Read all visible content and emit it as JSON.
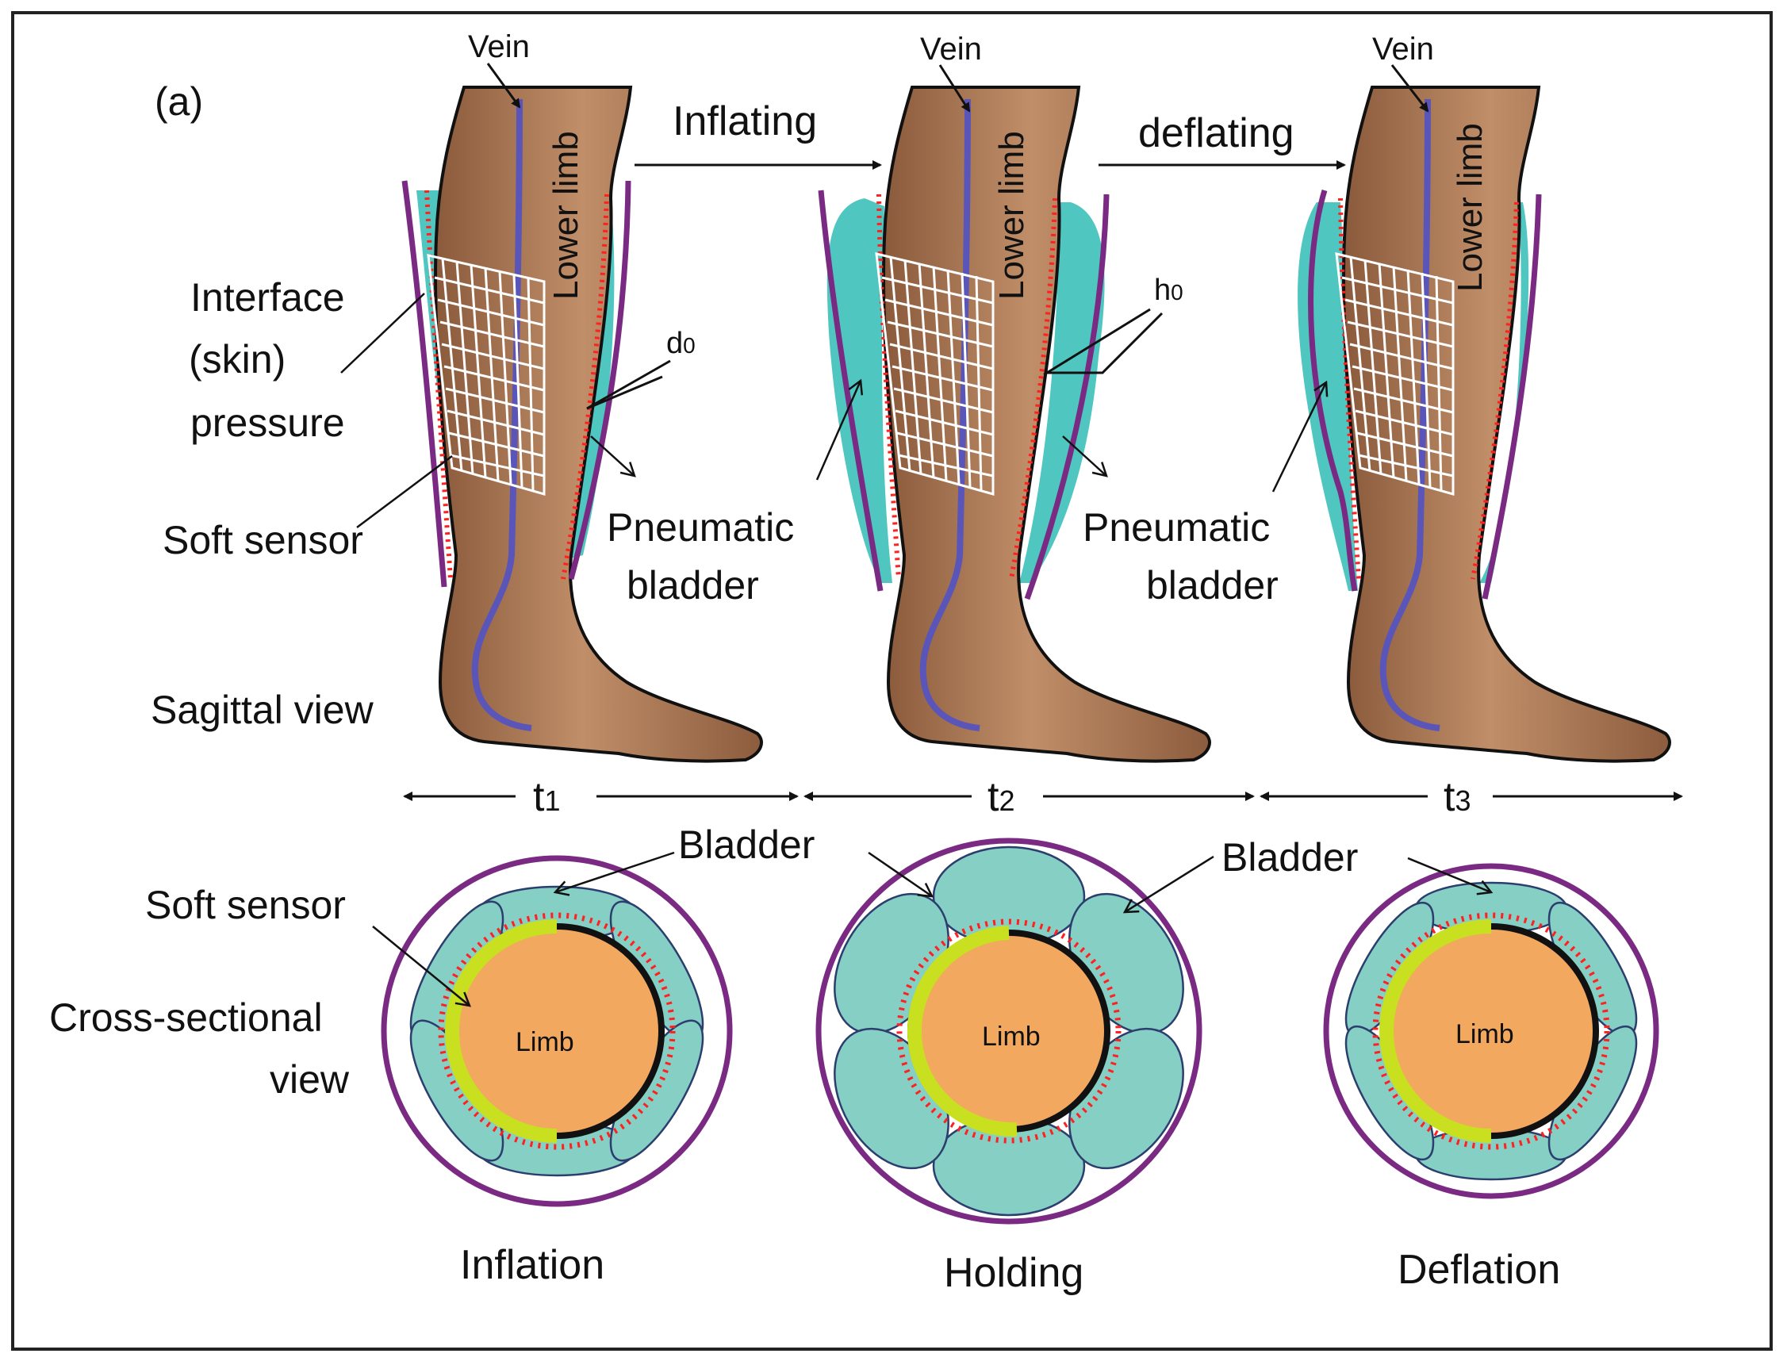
{
  "panel_label": "(a)",
  "sagittal": {
    "vein_label": "Vein",
    "limb_label": "Lower limb",
    "inflating_label": "Inflating",
    "deflating_label": "deflating",
    "interface_line1": "Interface",
    "interface_line2": "(skin)",
    "interface_line3": "pressure",
    "soft_sensor_label": "Soft sensor",
    "view_label": "Sagittal view",
    "pneumatic_line1": "Pneumatic",
    "pneumatic_line2": "bladder",
    "d0_label": "d",
    "d0_sub": "0",
    "h0_label": "h",
    "h0_sub": "0"
  },
  "timeline": {
    "t1": "t",
    "t1_sub": "1",
    "t2": "t",
    "t2_sub": "2",
    "t3": "t",
    "t3_sub": "3"
  },
  "cross_section": {
    "bladder_label": "Bladder",
    "soft_sensor_label": "Soft sensor",
    "view_line1": "Cross-sectional",
    "view_line2": "view",
    "limb_label": "Limb",
    "phase1": "Inflation",
    "phase2": "Holding",
    "phase3": "Deflation"
  },
  "colors": {
    "skin": "#b5825e",
    "vein": "#5a55b8",
    "bladder": "#4fc7c0",
    "bladder_cross": "#86cfc4",
    "sleeve": "#7a2a82",
    "sensor_dots": "#ff2020",
    "limb_core": "#f2a85e",
    "soft_sensor": "#c8e020"
  }
}
